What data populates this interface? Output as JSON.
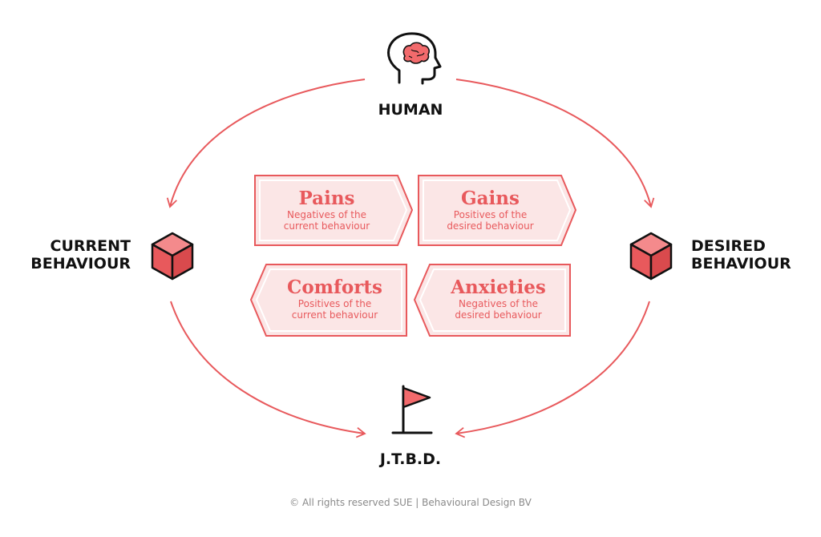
{
  "nodes": {
    "human": "HUMAN",
    "current_line1": "CURRENT",
    "current_line2": "BEHAVIOUR",
    "desired_line1": "DESIRED",
    "desired_line2": "BEHAVIOUR",
    "jtbd": "J.T.B.D."
  },
  "forces": {
    "pains": {
      "title": "Pains",
      "line1": "Negatives of the",
      "line2": "current behaviour"
    },
    "gains": {
      "title": "Gains",
      "line1": "Positives of the",
      "line2": "desired behaviour"
    },
    "comforts": {
      "title": "Comforts",
      "line1": "Positives of the",
      "line2": "current behaviour"
    },
    "anxieties": {
      "title": "Anxieties",
      "line1": "Negatives of the",
      "line2": "desired behaviour"
    }
  },
  "icons": {
    "human": "head-brain-icon",
    "current": "cube-icon",
    "desired": "cube-icon",
    "jtbd": "flag-icon"
  },
  "colors": {
    "accent": "#e8595c",
    "accent_light": "#fbe6e6",
    "dark": "#111111",
    "muted": "#8a8a8a"
  },
  "footer": "© All rights reserved SUE | Behavioural Design BV"
}
